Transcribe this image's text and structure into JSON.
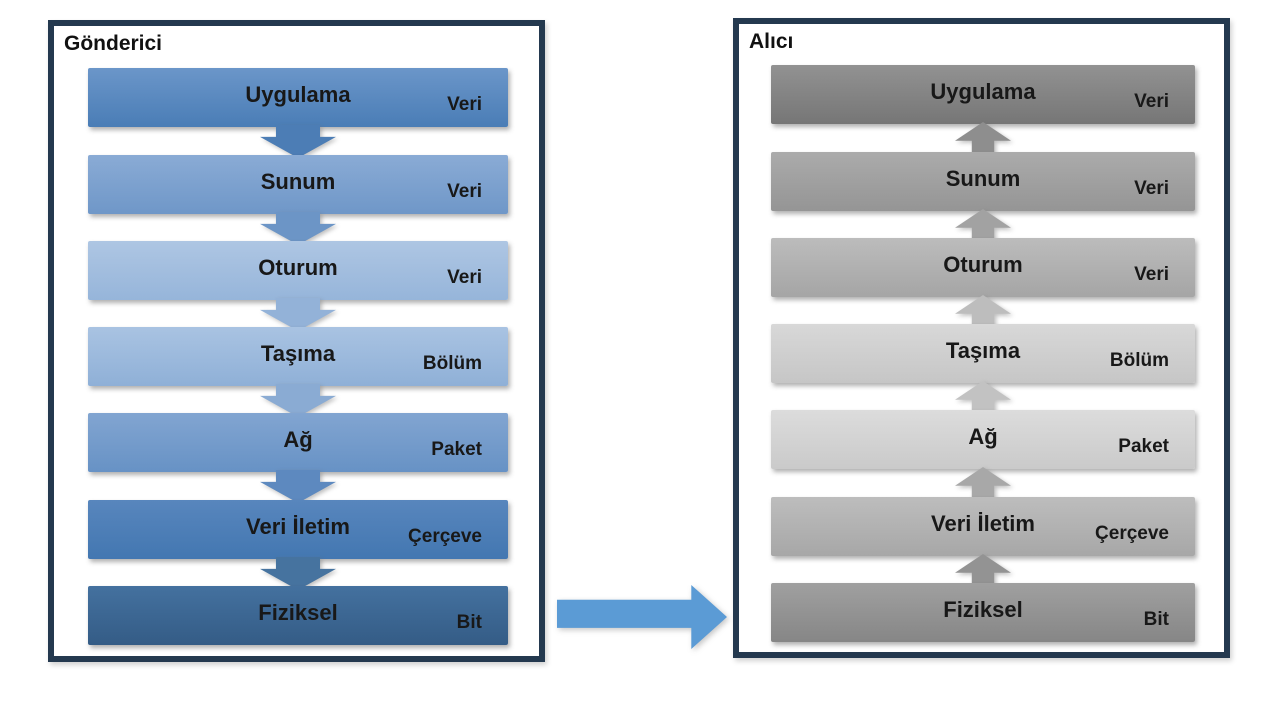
{
  "diagram": {
    "background": "#ffffff",
    "frame_border_color": "#24394f",
    "sender": {
      "title": "Gönderici",
      "arrow_direction": "down",
      "layers": [
        {
          "name": "Uygulama",
          "unit": "Veri",
          "color_top": "#6b96c9",
          "color_bottom": "#4a7db6"
        },
        {
          "name": "Sunum",
          "unit": "Veri",
          "color_top": "#8aabd5",
          "color_bottom": "#6f97c8"
        },
        {
          "name": "Oturum",
          "unit": "Veri",
          "color_top": "#aec6e3",
          "color_bottom": "#96b5da"
        },
        {
          "name": "Taşıma",
          "unit": "Bölüm",
          "color_top": "#a9c3e2",
          "color_bottom": "#8fb0d7"
        },
        {
          "name": "Ağ",
          "unit": "Paket",
          "color_top": "#82a5d1",
          "color_bottom": "#6792c5"
        },
        {
          "name": "Veri İletim",
          "unit": "Çerçeve",
          "color_top": "#5886bd",
          "color_bottom": "#4377b1"
        },
        {
          "name": "Fiziksel",
          "unit": "Bit",
          "color_top": "#44719f",
          "color_bottom": "#345c86"
        }
      ],
      "connector_colors": [
        "#4c7db5",
        "#6c95c6",
        "#93b2d8",
        "#8aabd3",
        "#5d89bf",
        "#46739f"
      ]
    },
    "receiver": {
      "title": "Alıcı",
      "arrow_direction": "up",
      "layers": [
        {
          "name": "Uygulama",
          "unit": "Veri",
          "color_top": "#929292",
          "color_bottom": "#767676"
        },
        {
          "name": "Sunum",
          "unit": "Veri",
          "color_top": "#ababab",
          "color_bottom": "#959595"
        },
        {
          "name": "Oturum",
          "unit": "Veri",
          "color_top": "#bcbcbc",
          "color_bottom": "#a5a5a5"
        },
        {
          "name": "Taşıma",
          "unit": "Bölüm",
          "color_top": "#d8d8d8",
          "color_bottom": "#c6c6c6"
        },
        {
          "name": "Ağ",
          "unit": "Paket",
          "color_top": "#dcdcdc",
          "color_bottom": "#cacaca"
        },
        {
          "name": "Veri İletim",
          "unit": "Çerçeve",
          "color_top": "#bdbdbd",
          "color_bottom": "#a7a7a7"
        },
        {
          "name": "Fiziksel",
          "unit": "Bit",
          "color_top": "#a0a0a0",
          "color_bottom": "#868686"
        }
      ],
      "connector_colors": [
        "#8e8e8e",
        "#a2a2a2",
        "#bdbdbd",
        "#c2c2c2",
        "#a8a8a8",
        "#939393"
      ]
    },
    "transfer_arrow": {
      "color": "#5b9bd5",
      "direction": "right"
    }
  }
}
